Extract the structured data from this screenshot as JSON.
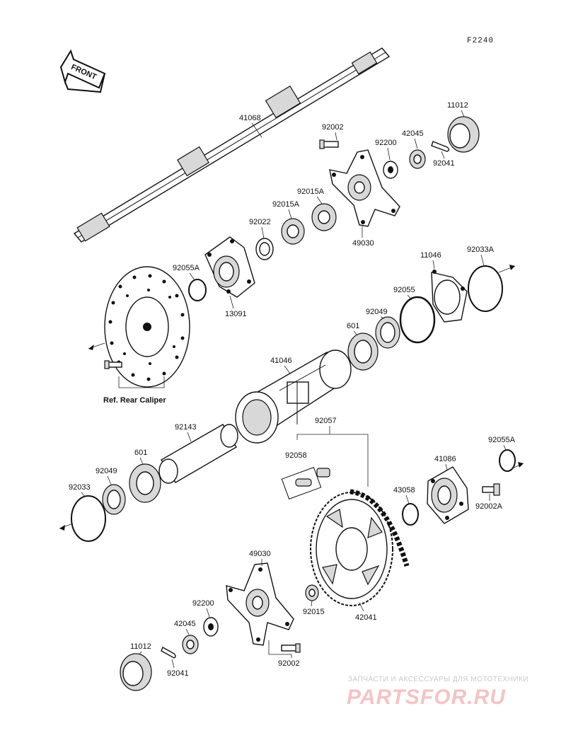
{
  "diagram_code": "F2240",
  "front_label": "FRONT",
  "caliper_ref": "Ref. Rear Caliper",
  "labels": {
    "p41068": "41068",
    "p11012_top": "11012",
    "p92002_top": "92002",
    "p42045_top": "42045",
    "p92200_top": "92200",
    "p92041_top": "92041",
    "p92015A_a": "92015A",
    "p92015A_b": "92015A",
    "p92022": "92022",
    "p49030_top": "49030",
    "p92055A_left": "92055A",
    "p13091": "13091",
    "p11046": "11046",
    "p92033A": "92033A",
    "p92055": "92055",
    "p92049_top": "92049",
    "p601_top": "601",
    "p41046": "41046",
    "p92143": "92143",
    "p92057": "92057",
    "p92058": "92058",
    "p601_bot": "601",
    "p92049_bot": "92049",
    "p92033": "92033",
    "p41086": "41086",
    "p92055A_right": "92055A",
    "p43058": "43058",
    "p92002A": "92002A",
    "p49030_bot": "49030",
    "p92200_bot": "92200",
    "p42045_bot": "42045",
    "p92015": "92015",
    "p42041": "42041",
    "p11012_bot": "11012",
    "p92041_bot": "92041",
    "p92002_bot": "92002"
  },
  "watermark": {
    "line1": "ЗАПЧАСТИ И АКСЕССУАРЫ ДЛЯ МОТОТЕХНИКИ",
    "line2": "PARTSFOR.RU"
  }
}
